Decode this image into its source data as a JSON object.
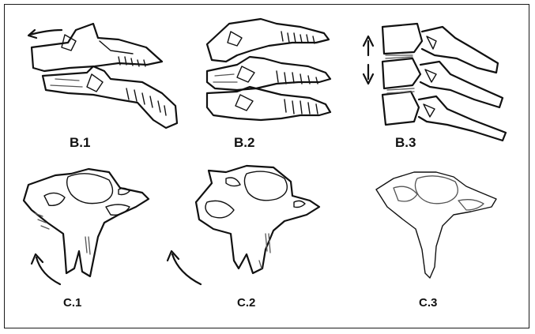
{
  "panels": {
    "b1": {
      "label": "B.1"
    },
    "b2": {
      "label": "B.2"
    },
    "b3": {
      "label": "B.3"
    },
    "c1": {
      "label": "C.1"
    },
    "c2": {
      "label": "C.2"
    },
    "c3": {
      "label": "C.3"
    }
  },
  "colors": {
    "ink": "#111111",
    "background": "#ffffff"
  }
}
